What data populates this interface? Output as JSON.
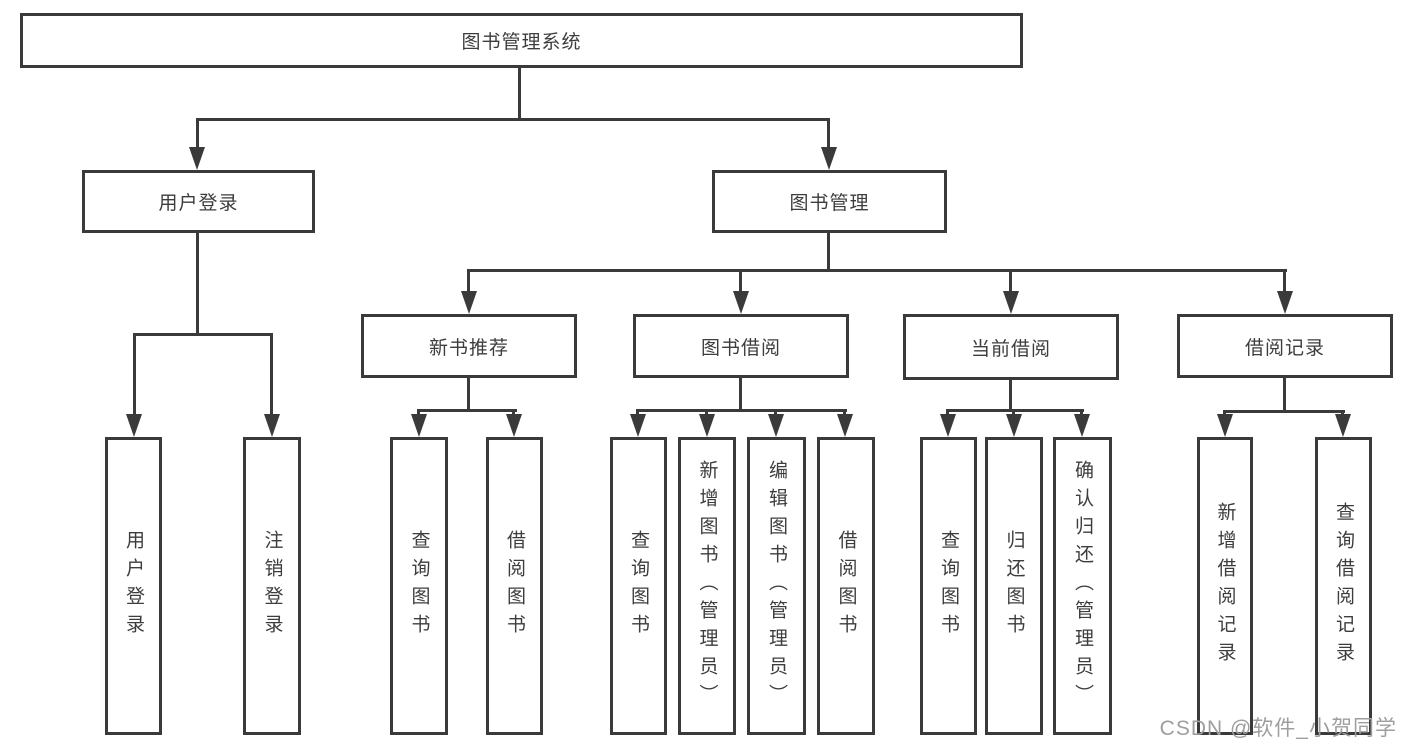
{
  "tree": {
    "root": {
      "label": "图书管理系统"
    },
    "branches": [
      {
        "label": "用户登录",
        "children": [
          {
            "label": "用户登录"
          },
          {
            "label": "注销登录"
          }
        ]
      },
      {
        "label": "图书管理",
        "children": [
          {
            "label": "新书推荐",
            "children": [
              {
                "label": "查询图书"
              },
              {
                "label": "借阅图书"
              }
            ]
          },
          {
            "label": "图书借阅",
            "children": [
              {
                "label": "查询图书"
              },
              {
                "label": "新增图书（管理员）"
              },
              {
                "label": "编辑图书（管理员）"
              },
              {
                "label": "借阅图书"
              }
            ]
          },
          {
            "label": "当前借阅",
            "children": [
              {
                "label": "查询图书"
              },
              {
                "label": "归还图书"
              },
              {
                "label": "确认归还（管理员）"
              }
            ]
          },
          {
            "label": "借阅记录",
            "children": [
              {
                "label": "新增借阅记录"
              },
              {
                "label": "查询借阅记录"
              }
            ]
          }
        ]
      }
    ]
  },
  "watermark": "CSDN @软件_小贺同学",
  "colors": {
    "line": "#3a3a3a",
    "text": "#3d3d3d",
    "watermark": "#9e9e9e",
    "background": "#ffffff"
  }
}
